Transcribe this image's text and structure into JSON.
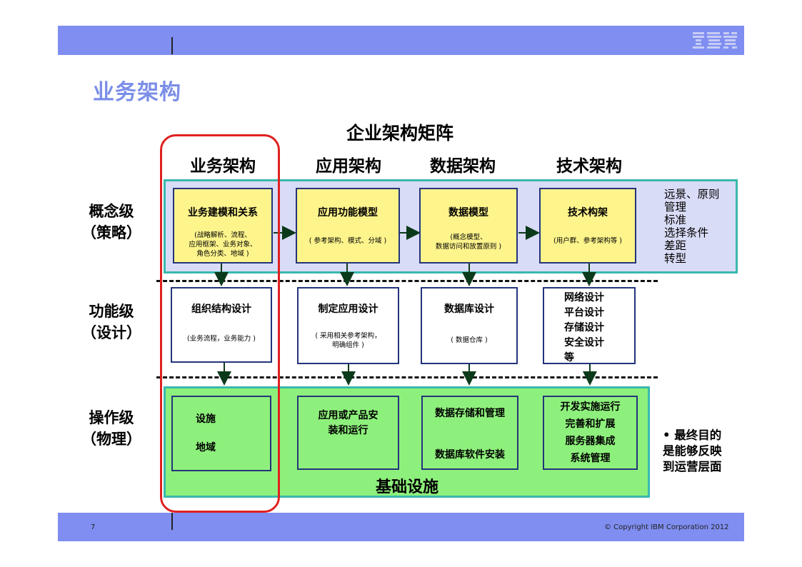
{
  "header": {
    "logo_text": "IBM"
  },
  "slide_title": "业务架构",
  "matrix_title": "企业架构矩阵",
  "columns": [
    "业务架构",
    "应用架构",
    "数据架构",
    "技术架构"
  ],
  "rows": [
    {
      "line1": "概念级",
      "line2": "（策略）"
    },
    {
      "line1": "功能级",
      "line2": "（设计）"
    },
    {
      "line1": "操作级",
      "line2": "（物理）"
    }
  ],
  "concept": [
    {
      "title": "业务建模和关系",
      "sub": [
        "(战略解析、流程、",
        "应用框架、业务对象、",
        "角色分类、地域 )"
      ]
    },
    {
      "title": "应用功能模型",
      "sub": [
        "( 参考架构、模式、分域 )"
      ]
    },
    {
      "title": "数据模型",
      "sub": [
        "(概念模型、",
        "数据访问和放置原则 )"
      ]
    },
    {
      "title": "技术构架",
      "sub": [
        "(用户群、参考架构等 )"
      ]
    }
  ],
  "concept_side": [
    "远景、原则",
    "管理",
    "标准",
    "选择条件",
    "差距",
    "转型"
  ],
  "functional": [
    {
      "title": "组织结构设计",
      "sub": [
        "(业务流程，业务能力 )"
      ]
    },
    {
      "title": "制定应用设计",
      "sub": [
        "( 采用相关参考架构，",
        "明确组件 )"
      ]
    },
    {
      "title": "数据库设计",
      "sub": [
        "( 数据仓库 )"
      ]
    },
    {
      "lines": [
        "网络设计",
        "平台设计",
        "存储设计",
        "安全设计",
        "等"
      ]
    }
  ],
  "operational": [
    {
      "lines": [
        "设施",
        "地域"
      ]
    },
    {
      "lines": [
        "应用或产品安",
        "装和运行"
      ]
    },
    {
      "lines": [
        "数据存储和管理",
        "数据库软件安装"
      ]
    },
    {
      "lines": [
        "开发实施运行",
        "完善和扩展",
        "服务器集成",
        "系统管理"
      ]
    }
  ],
  "foundation_label": "基础设施",
  "note_lines": [
    "• 最终目的",
    "是能够反映",
    "到运营层面"
  ],
  "footer": {
    "page_number": "7",
    "copyright": "© Copyright IBM Corporation 2012"
  },
  "colors": {
    "band": "#7f8ef0",
    "title": "#7b8ee8",
    "yellow_box": "#fdf48c",
    "green_zone": "#8ef07c",
    "concept_zone": "#d9dcf6",
    "highlight": "#e02020",
    "zone_border": "#39b9ad"
  }
}
